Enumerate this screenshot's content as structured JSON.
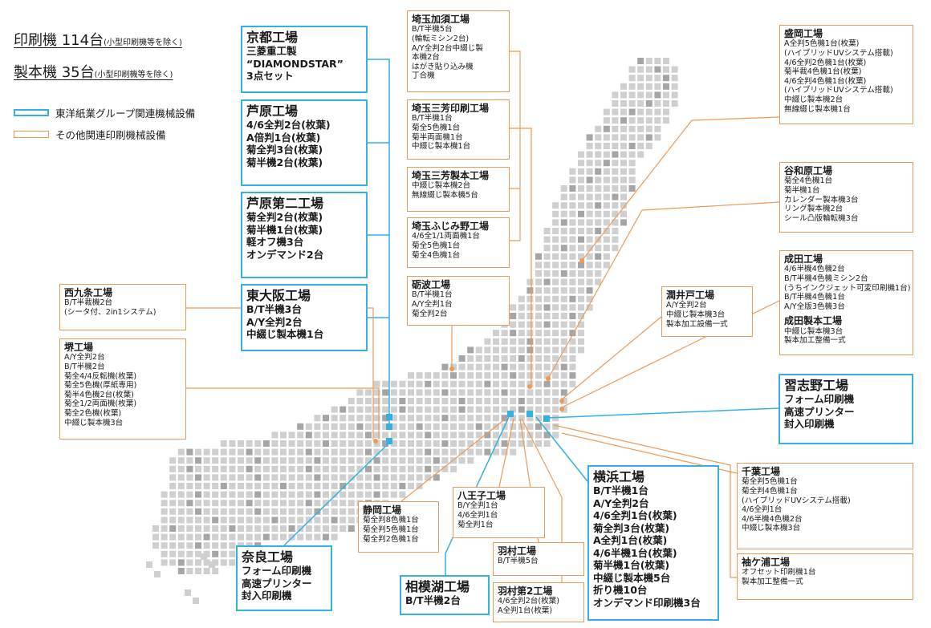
{
  "summary": {
    "printers_label": "印刷機 114台",
    "printers_note": "(小型印刷機等を除く)",
    "binders_label": "製本機 35台",
    "binders_note": "(小型印刷機等を除く)"
  },
  "legend": {
    "group": "東洋紙業グループ関連機械設備",
    "other": "その他関連印刷機械設備"
  },
  "colors": {
    "group": "#35b1e0",
    "other": "#ec9a57",
    "map_cell": "#cfcfcf",
    "map_cell_dark": "#a5a5a5"
  },
  "factories": [
    {
      "id": "kyoto",
      "name": "京都工場",
      "lines": [
        "三菱重工製",
        "“DIAMONDSTAR”",
        "3点セット"
      ]
    },
    {
      "id": "ashihara",
      "name": "芦原工場",
      "lines": [
        "4/6全判2台(枚葉)",
        "A倍判1台(枚葉)",
        "菊全判3台(枚葉)",
        "菊半機2台(枚葉)"
      ]
    },
    {
      "id": "ashihara2",
      "name": "芦原第二工場",
      "lines": [
        "菊全判2台(枚葉)",
        "菊半機1台(枚葉)",
        "軽オフ機3台",
        "オンデマンド2台"
      ]
    },
    {
      "id": "higashiosaka",
      "name": "東大阪工場",
      "lines": [
        "B/T半機3台",
        "A/Y全判2台",
        "中綴じ製本機1台"
      ]
    },
    {
      "id": "nishikujo",
      "name": "西九条工場",
      "lines": [
        "B/T半裁機2台",
        "(シータ付、2in1システム)"
      ]
    },
    {
      "id": "sakai",
      "name": "堺工場",
      "lines": [
        "A/Y全判2台",
        "B/T半機2台",
        "菊全4/4反転機(枚葉)",
        "菊全5色機(厚紙専用)",
        "菊半4色機2台(枚葉)",
        "菊全1/2両面機(枚葉)",
        "菊全2色機(枚葉)",
        "中綴じ製本機3台"
      ]
    },
    {
      "id": "nara",
      "name": "奈良工場",
      "lines": [
        "フォーム印刷機",
        "高速プリンター",
        "封入印刷機"
      ]
    },
    {
      "id": "kazo",
      "name": "埼玉加須工場",
      "lines": [
        "B/T半機5台",
        "(輪転ミシン2台)",
        "A/Y全判2台中綴じ製",
        "本機2台",
        "はがき貼り込み機",
        "丁合機"
      ]
    },
    {
      "id": "saitama_sanpo_print",
      "name": "埼玉三芳印刷工場",
      "lines": [
        "B/T半機1台",
        "菊全5色機1台",
        "菊半両面機1台",
        "中綴じ製本機1台"
      ]
    },
    {
      "id": "saitama_sanpo_bind",
      "name": "埼玉三芳製本工場",
      "lines": [
        "中綴じ製本機2台",
        "無線綴じ製本機5台"
      ]
    },
    {
      "id": "fujimino",
      "name": "埼玉ふじみ野工場",
      "lines": [
        "4/6全1/1両面機1台",
        "菊全5色機1台",
        "菊全4色機1台"
      ]
    },
    {
      "id": "tonami",
      "name": "砺波工場",
      "lines": [
        "B/T半機1台",
        "A/Y全判1台",
        "菊全判2台"
      ]
    },
    {
      "id": "morioka",
      "name": "盛岡工場",
      "lines": [
        "A全判5色機1台(枚葉)",
        "(ハイブリッドUVシステム搭載)",
        "4/6全判2色機1台(枚葉)",
        "菊半裁4色機1台(枚葉)",
        "4/6全判4色機1台(枚葉)",
        "(ハイブリッドUVシステム搭載)",
        "中綴じ製本機2台",
        "無線綴じ製本機1台"
      ]
    },
    {
      "id": "yawahara",
      "name": "谷和原工場",
      "lines": [
        "菊全4色機1台",
        "菊半機1台",
        "カレンダー製本機3台",
        "リング製本機2台",
        "シール凸版輪転機3台"
      ]
    },
    {
      "id": "narita",
      "name": "成田工場",
      "lines": [
        "4/6半機4色機2台",
        "B/T半機4色機ミシン2台",
        "(うちインクジェット可変印刷機1台)",
        "B/T半機4色機1台",
        "A/Y全版3色機3台"
      ]
    },
    {
      "id": "narita_bind",
      "name": "成田製本工場",
      "lines": [
        "中綴じ製本機3台",
        "製本加工整備一式"
      ]
    },
    {
      "id": "urayasu",
      "name": "潤井戸工場",
      "lines": [
        "A/Y全判2台",
        "中綴じ製本機3台",
        "製本加工設備一式"
      ]
    },
    {
      "id": "narashino",
      "name": "習志野工場",
      "lines": [
        "フォーム印刷機",
        "高速プリンター",
        "封入印刷機"
      ]
    },
    {
      "id": "chiba",
      "name": "千葉工場",
      "lines": [
        "菊全判5色機1台",
        "菊全判4色機1台",
        "(ハイブリッドUVシステム搭載)",
        "4/6全判1台",
        "4/6半機4色機2台",
        "中綴じ製本機3台"
      ]
    },
    {
      "id": "sodegaura",
      "name": "袖ケ浦工場",
      "lines": [
        "オフセット印刷機1台",
        "製本加工整備一式"
      ]
    },
    {
      "id": "yokohama",
      "name": "横浜工場",
      "lines": [
        "B/T半機1台",
        "A/Y全判2台",
        "4/6全判1台(枚葉)",
        "菊全判3台(枚葉)",
        "A全判1台(枚葉)",
        "4/6半機1台(枚葉)",
        "菊半機1台(枚葉)",
        "中綴じ製本機5台",
        "折り機10台",
        "オンデマンド印刷機3台"
      ]
    },
    {
      "id": "hachioji",
      "name": "八王子工場",
      "lines": [
        "B/Y全判1台",
        "4/6全判1台",
        "菊全判1台"
      ]
    },
    {
      "id": "shizuoka",
      "name": "静岡工場",
      "lines": [
        "菊全判8色機1台",
        "菊全判5色機1台",
        "菊全判2色機1台"
      ]
    },
    {
      "id": "hamura",
      "name": "羽村工場",
      "lines": [
        "B/T半機5台"
      ]
    },
    {
      "id": "hamura2",
      "name": "羽村第2工場",
      "lines": [
        "4/6全判2台(枚葉)",
        "A全判1台(枚葉)"
      ]
    },
    {
      "id": "sagamiko",
      "name": "相模湖工場",
      "lines": [
        "B/T半機2台"
      ]
    }
  ]
}
